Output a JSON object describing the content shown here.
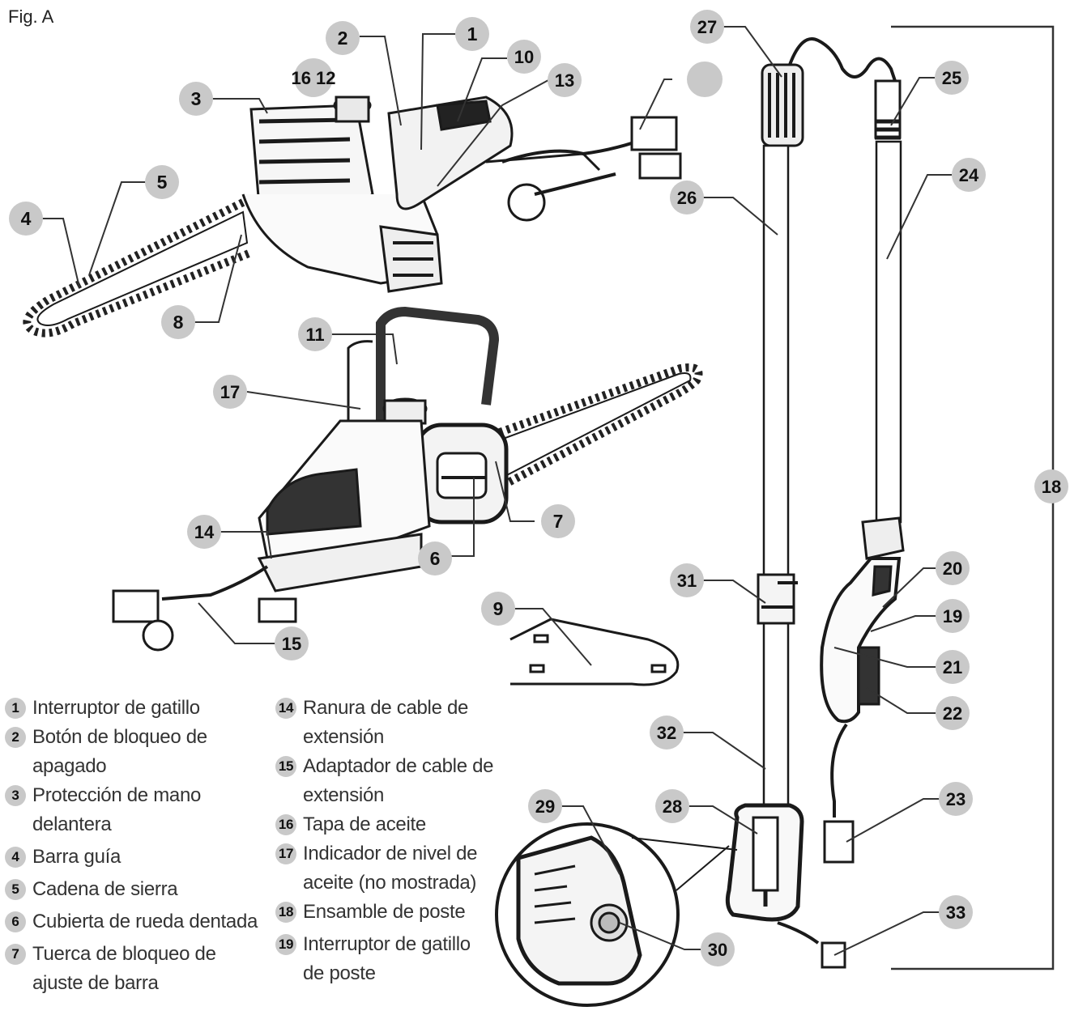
{
  "figure": {
    "title": "Fig. A"
  },
  "callouts": [
    {
      "id": "c1",
      "label": "1"
    },
    {
      "id": "c2",
      "label": "2"
    },
    {
      "id": "c3",
      "label": "3"
    },
    {
      "id": "c4",
      "label": "4"
    },
    {
      "id": "c5",
      "label": "5"
    },
    {
      "id": "c6",
      "label": "6"
    },
    {
      "id": "c7",
      "label": "7"
    },
    {
      "id": "c8",
      "label": "8"
    },
    {
      "id": "c9",
      "label": "9"
    },
    {
      "id": "c10",
      "label": "10"
    },
    {
      "id": "c11",
      "label": "11"
    },
    {
      "id": "c1612",
      "label": "16 12"
    },
    {
      "id": "c13",
      "label": "13"
    },
    {
      "id": "c14",
      "label": "14"
    },
    {
      "id": "c15",
      "label": "15"
    },
    {
      "id": "c17",
      "label": "17"
    },
    {
      "id": "c18",
      "label": "18"
    },
    {
      "id": "c19",
      "label": "19"
    },
    {
      "id": "c20",
      "label": "20"
    },
    {
      "id": "c21",
      "label": "21"
    },
    {
      "id": "c22",
      "label": "22"
    },
    {
      "id": "c23",
      "label": "23"
    },
    {
      "id": "c24",
      "label": "24"
    },
    {
      "id": "c25",
      "label": "25"
    },
    {
      "id": "c26",
      "label": "26"
    },
    {
      "id": "c27",
      "label": "27"
    },
    {
      "id": "c28",
      "label": "28"
    },
    {
      "id": "c29",
      "label": "29"
    },
    {
      "id": "c30",
      "label": "30"
    },
    {
      "id": "c31",
      "label": "31"
    },
    {
      "id": "c32",
      "label": "32"
    },
    {
      "id": "c33",
      "label": "33"
    }
  ],
  "legend": {
    "left": [
      {
        "num": "1",
        "lines": [
          "Interruptor de gatillo"
        ]
      },
      {
        "num": "2",
        "lines": [
          "Botón de bloqueo de",
          "apagado"
        ]
      },
      {
        "num": "3",
        "lines": [
          "Protección de mano",
          "delantera"
        ]
      },
      {
        "num": "4",
        "lines": [
          "Barra guía"
        ]
      },
      {
        "num": "5",
        "lines": [
          "Cadena de sierra"
        ]
      },
      {
        "num": "6",
        "lines": [
          "Cubierta de rueda dentada"
        ]
      },
      {
        "num": "7",
        "lines": [
          "Tuerca de bloqueo de",
          "ajuste de barra"
        ]
      }
    ],
    "right": [
      {
        "num": "14",
        "lines": [
          "Ranura de cable de",
          "extensión"
        ]
      },
      {
        "num": "15",
        "lines": [
          "Adaptador de cable de",
          "extensión"
        ]
      },
      {
        "num": "16",
        "lines": [
          "Tapa de aceite"
        ]
      },
      {
        "num": "17",
        "lines": [
          "Indicador de nivel de",
          "aceite (no mostrada)"
        ]
      },
      {
        "num": "18",
        "lines": [
          "Ensamble de poste"
        ]
      },
      {
        "num": "19",
        "lines": [
          "Interruptor de gatillo",
          "de poste"
        ]
      }
    ]
  },
  "colors": {
    "callout_fill": "#c9c9c9",
    "line": "#333333",
    "drawing": "#1a1a1a"
  }
}
